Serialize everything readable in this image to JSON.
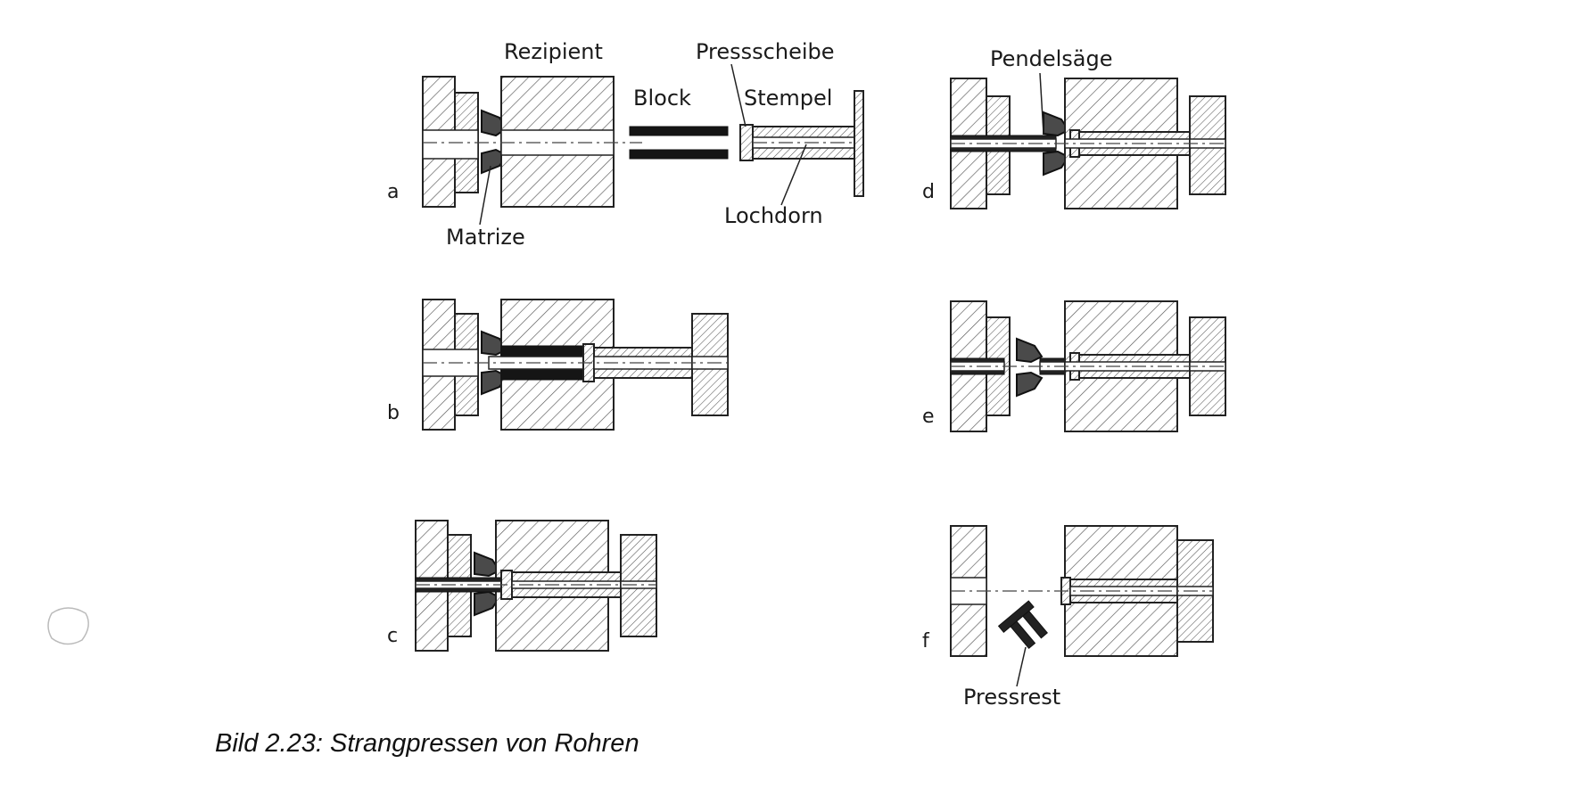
{
  "figure": {
    "caption": "Bild 2.23: Strangpressen von Rohren",
    "panels": [
      {
        "letter": "a"
      },
      {
        "letter": "b"
      },
      {
        "letter": "c"
      },
      {
        "letter": "d"
      },
      {
        "letter": "e"
      },
      {
        "letter": "f"
      }
    ],
    "labels": {
      "rezipient": "Rezipient",
      "block": "Block",
      "pressscheibe": "Pressscheibe",
      "stempel": "Stempel",
      "lochdorn": "Lochdorn",
      "matrize": "Matrize",
      "pendelsaege": "Pendelsäge",
      "pressrest": "Pressrest"
    }
  }
}
